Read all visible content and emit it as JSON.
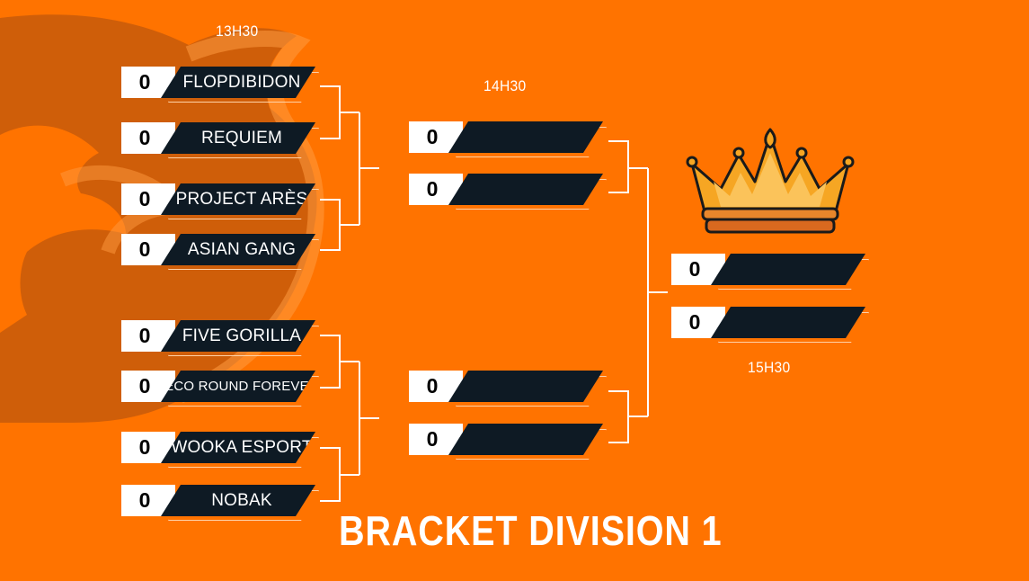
{
  "title": "BRACKET DIVISION 1",
  "colors": {
    "background": "#ff7300",
    "slot_dark": "#0e1a24",
    "slot_light": "#ffffff",
    "lines": "#ffffff",
    "crown": "#f6a623"
  },
  "times": {
    "round1": "13H30",
    "round2": "14H30",
    "final": "15H30"
  },
  "round1": [
    {
      "score": "0",
      "team": "FLOPDIBIDON"
    },
    {
      "score": "0",
      "team": "REQUIEM"
    },
    {
      "score": "0",
      "team": "PROJECT ARÈS"
    },
    {
      "score": "0",
      "team": "ASIAN GANG"
    },
    {
      "score": "0",
      "team": "FIVE GORILLA"
    },
    {
      "score": "0",
      "team": "ECO ROUND FOREVER"
    },
    {
      "score": "0",
      "team": "WOOKA ESPORT"
    },
    {
      "score": "0",
      "team": "NOBAK"
    }
  ],
  "round2": [
    {
      "score": "0",
      "team": ""
    },
    {
      "score": "0",
      "team": ""
    },
    {
      "score": "0",
      "team": ""
    },
    {
      "score": "0",
      "team": ""
    }
  ],
  "final": [
    {
      "score": "0",
      "team": ""
    },
    {
      "score": "0",
      "team": ""
    }
  ],
  "icons": {
    "crown": "crown-icon",
    "background_logo": "fox-logo-icon"
  }
}
